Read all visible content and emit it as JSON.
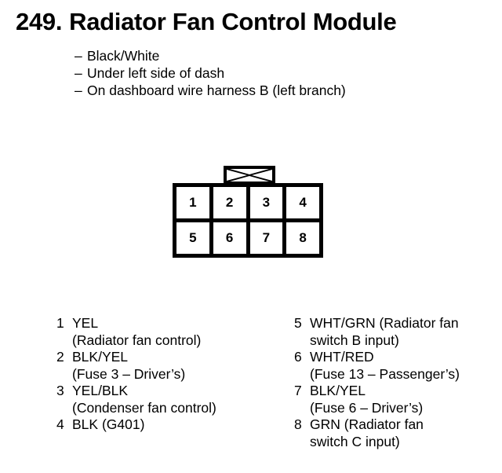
{
  "header": {
    "number": "249.",
    "title": "Radiator Fan Control Module"
  },
  "notes": {
    "dash": "–",
    "items": [
      "Black/White",
      "Under left side of dash",
      "On dashboard wire harness B (left branch)"
    ]
  },
  "connector": {
    "top_row": [
      "1",
      "2",
      "3",
      "4"
    ],
    "bottom_row": [
      "5",
      "6",
      "7",
      "8"
    ],
    "tab_icon": "bowtie-latch-icon"
  },
  "legend": {
    "left": [
      {
        "num": "1",
        "text": "YEL",
        "cont": "(Radiator fan control)"
      },
      {
        "num": "2",
        "text": "BLK/YEL",
        "cont": "(Fuse 3 – Driver’s)"
      },
      {
        "num": "3",
        "text": "YEL/BLK",
        "cont": "(Condenser fan control)"
      },
      {
        "num": "4",
        "text": "BLK (G401)",
        "cont": ""
      }
    ],
    "right": [
      {
        "num": "5",
        "text": "WHT/GRN (Radiator fan",
        "cont": "switch B input)"
      },
      {
        "num": "6",
        "text": "WHT/RED",
        "cont": "(Fuse 13 – Passenger’s)"
      },
      {
        "num": "7",
        "text": "BLK/YEL",
        "cont": "(Fuse 6 – Driver’s)"
      },
      {
        "num": "8",
        "text": "GRN (Radiator fan",
        "cont": "switch C input)"
      }
    ]
  },
  "colors": {
    "ink": "#000000",
    "paper": "#ffffff"
  }
}
